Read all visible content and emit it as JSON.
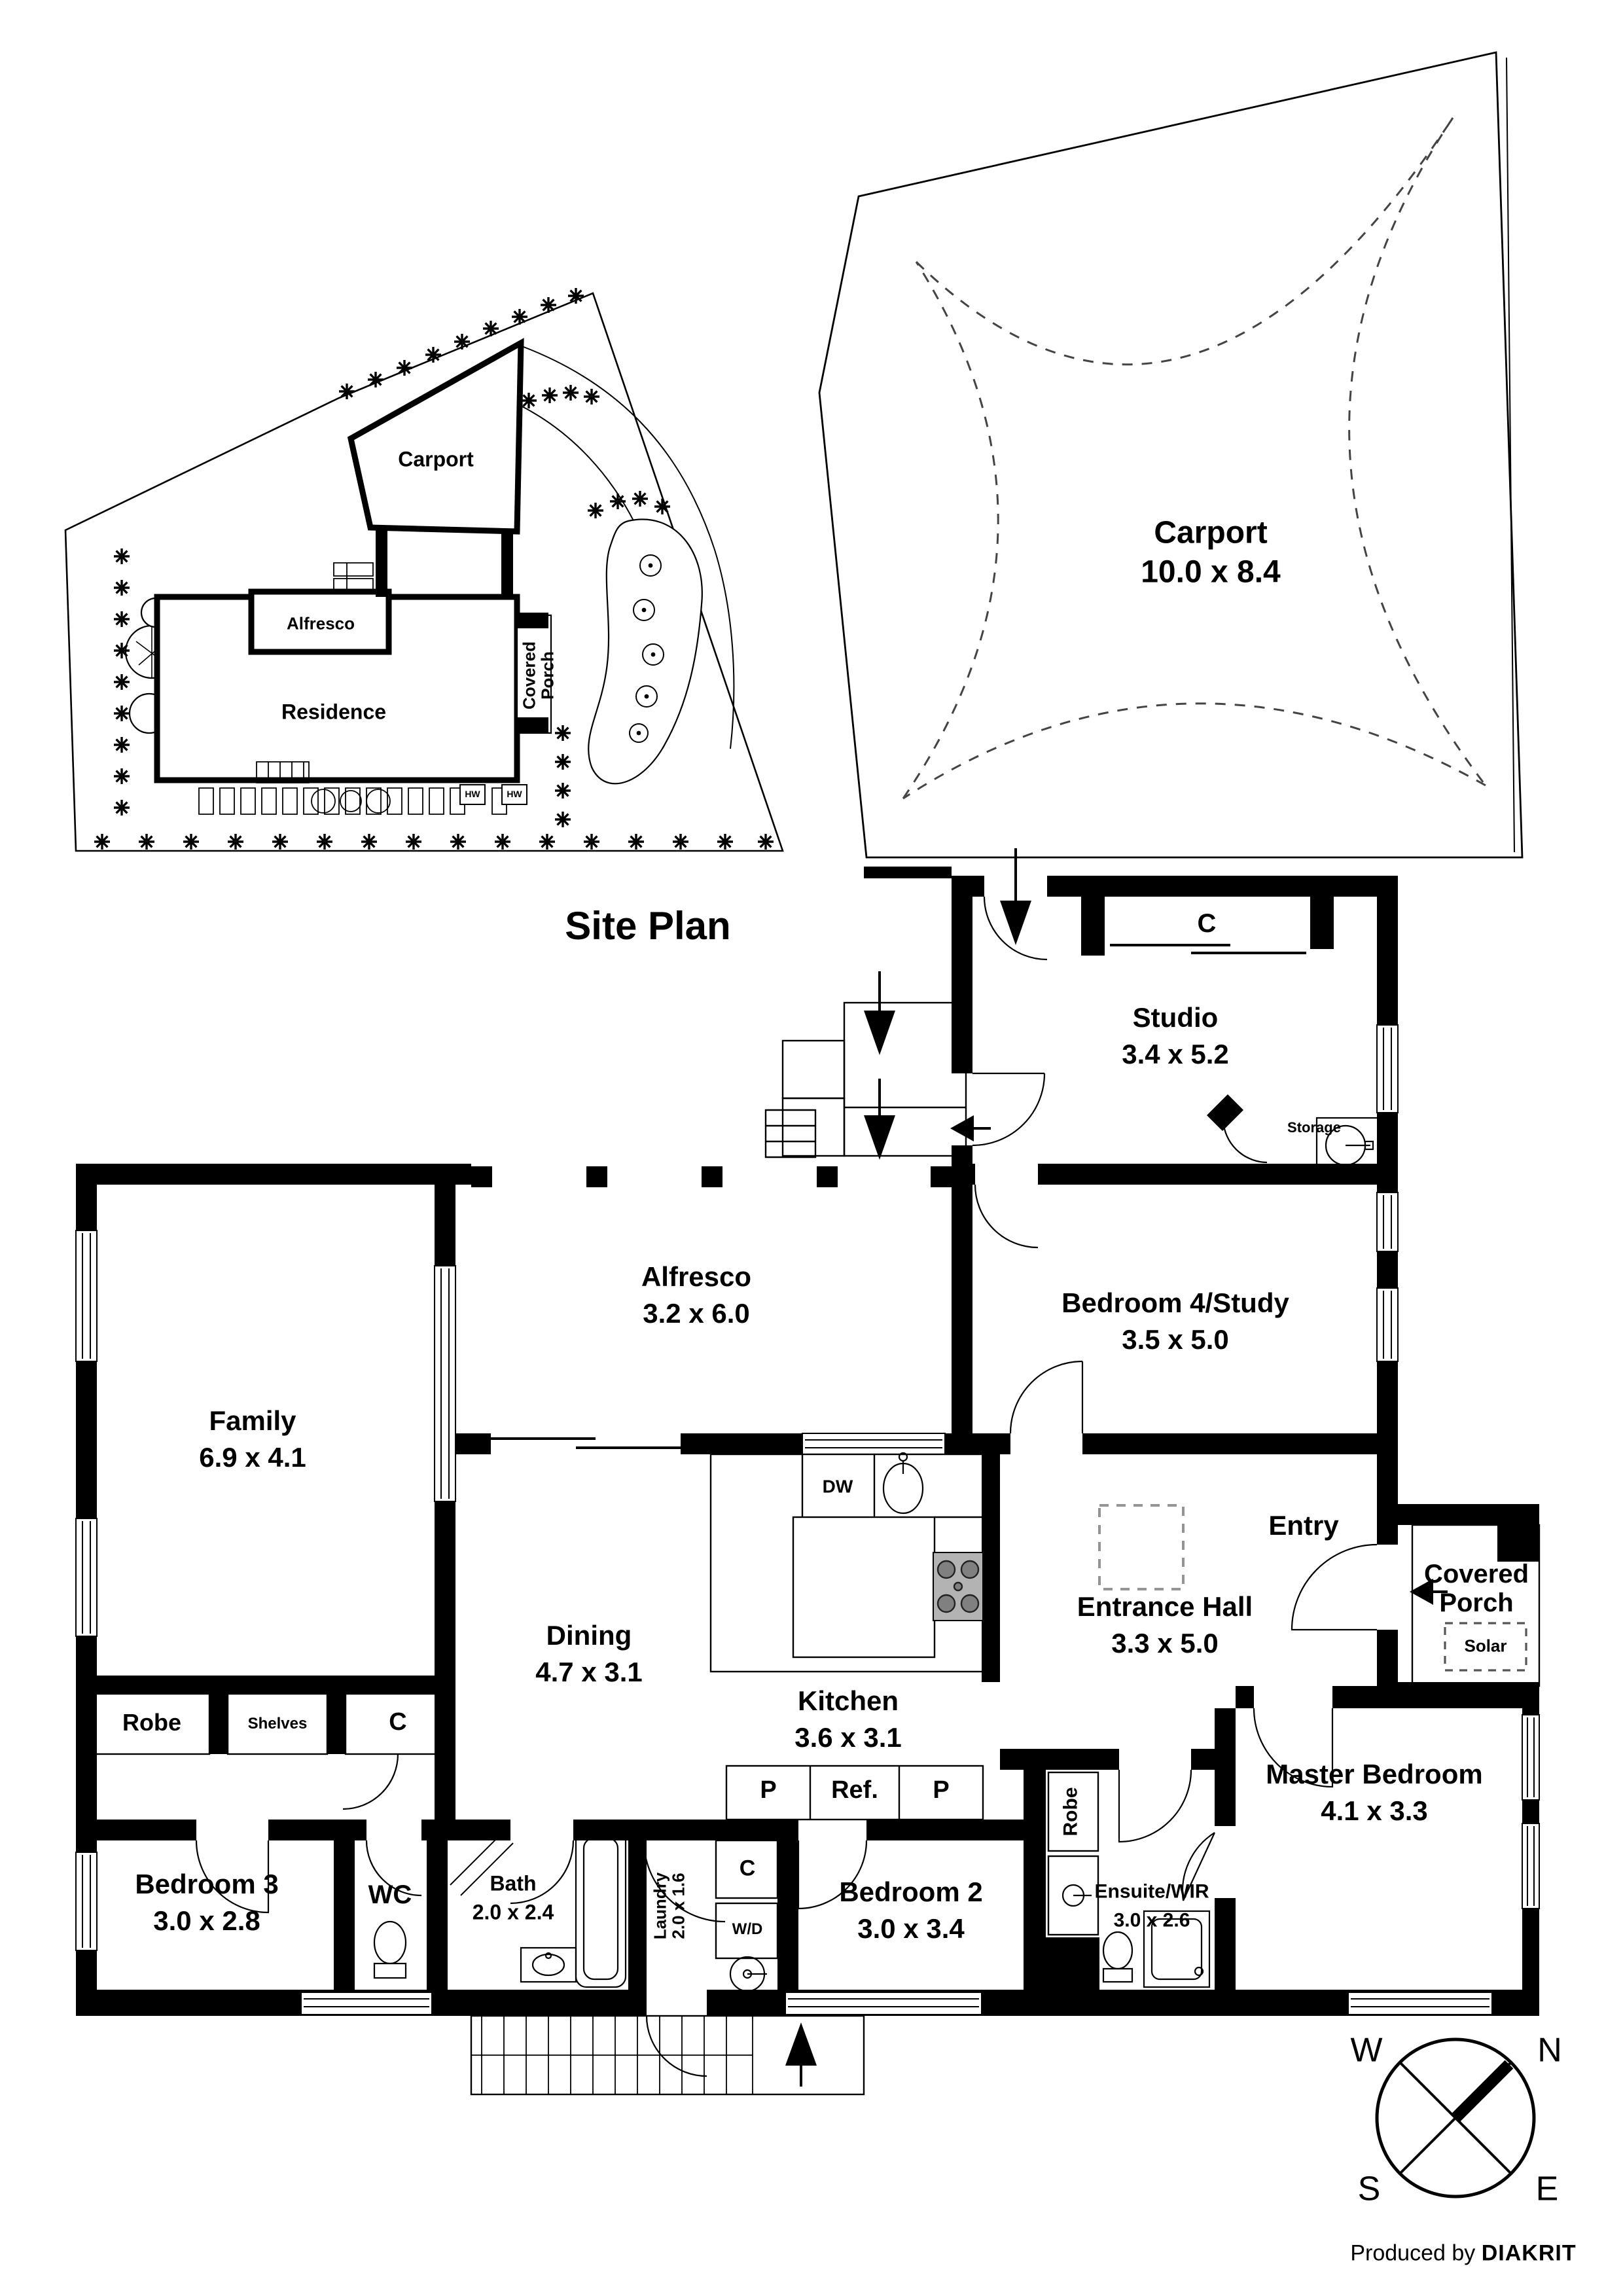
{
  "site_plan": {
    "title": "Site Plan",
    "carport_label": "Carport",
    "alfresco_label": "Alfresco",
    "residence_label": "Residence",
    "covered_porch_label": "Covered\nPorch",
    "hw1": "HW",
    "hw2": "HW"
  },
  "carport": {
    "name": "Carport",
    "dims": "10.0 x 8.4"
  },
  "rooms": {
    "studio": {
      "name": "Studio",
      "dims": "3.4 x 5.2"
    },
    "closet_studio": "C",
    "storage": "Storage",
    "bedroom4": {
      "name": "Bedroom 4/Study",
      "dims": "3.5 x 5.0"
    },
    "alfresco": {
      "name": "Alfresco",
      "dims": "3.2 x 6.0"
    },
    "family": {
      "name": "Family",
      "dims": "6.9 x 4.1"
    },
    "dining": {
      "name": "Dining",
      "dims": "4.7 x 3.1"
    },
    "kitchen": {
      "name": "Kitchen",
      "dims": "3.6 x 3.1"
    },
    "dw": "DW",
    "pantry1": "P",
    "fridge": "Ref.",
    "pantry2": "P",
    "entrance": {
      "name": "Entrance Hall",
      "dims": "3.3 x 5.0"
    },
    "entry": "Entry",
    "covered_porch": "Covered\nPorch",
    "solar": "Solar",
    "robe_master": "Robe",
    "master": {
      "name": "Master Bedroom",
      "dims": "4.1 x 3.3"
    },
    "ensuite": {
      "name": "Ensuite/WIR",
      "dims": "3.0 x 2.6"
    },
    "bedroom2": {
      "name": "Bedroom 2",
      "dims": "3.0 x 3.4"
    },
    "closet_bed2": "C",
    "wd": "W/D",
    "laundry": {
      "name": "Laundry",
      "dims": "2.0 x 1.6"
    },
    "bath": {
      "name": "Bath",
      "dims": "2.0 x 2.4"
    },
    "wc": "WC",
    "bedroom3": {
      "name": "Bedroom 3",
      "dims": "3.0 x 2.8"
    },
    "robe": "Robe",
    "shelves": "Shelves",
    "closet_hall": "C"
  },
  "compass": {
    "n": "N",
    "s": "S",
    "e": "E",
    "w": "W"
  },
  "footer": {
    "produced_by": "Produced by",
    "brand": "DIAKRIT"
  }
}
